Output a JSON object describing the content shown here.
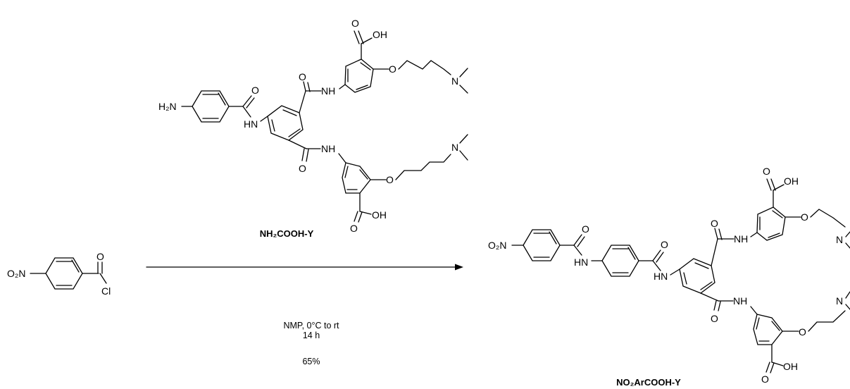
{
  "labels": {
    "reactant_compound": "NH₂COOH-Y",
    "product_compound": "NO₂ArCOOH-Y"
  },
  "conditions": {
    "solvent_temp": "NMP, 0°C to rt",
    "time": "14 h",
    "yield": "65%"
  },
  "atoms": {
    "nitro": "O₂N",
    "amine": "H₂N",
    "O": "O",
    "OH": "OH",
    "NH": "NH",
    "HN": "HN",
    "N": "N",
    "Cl": "Cl"
  }
}
